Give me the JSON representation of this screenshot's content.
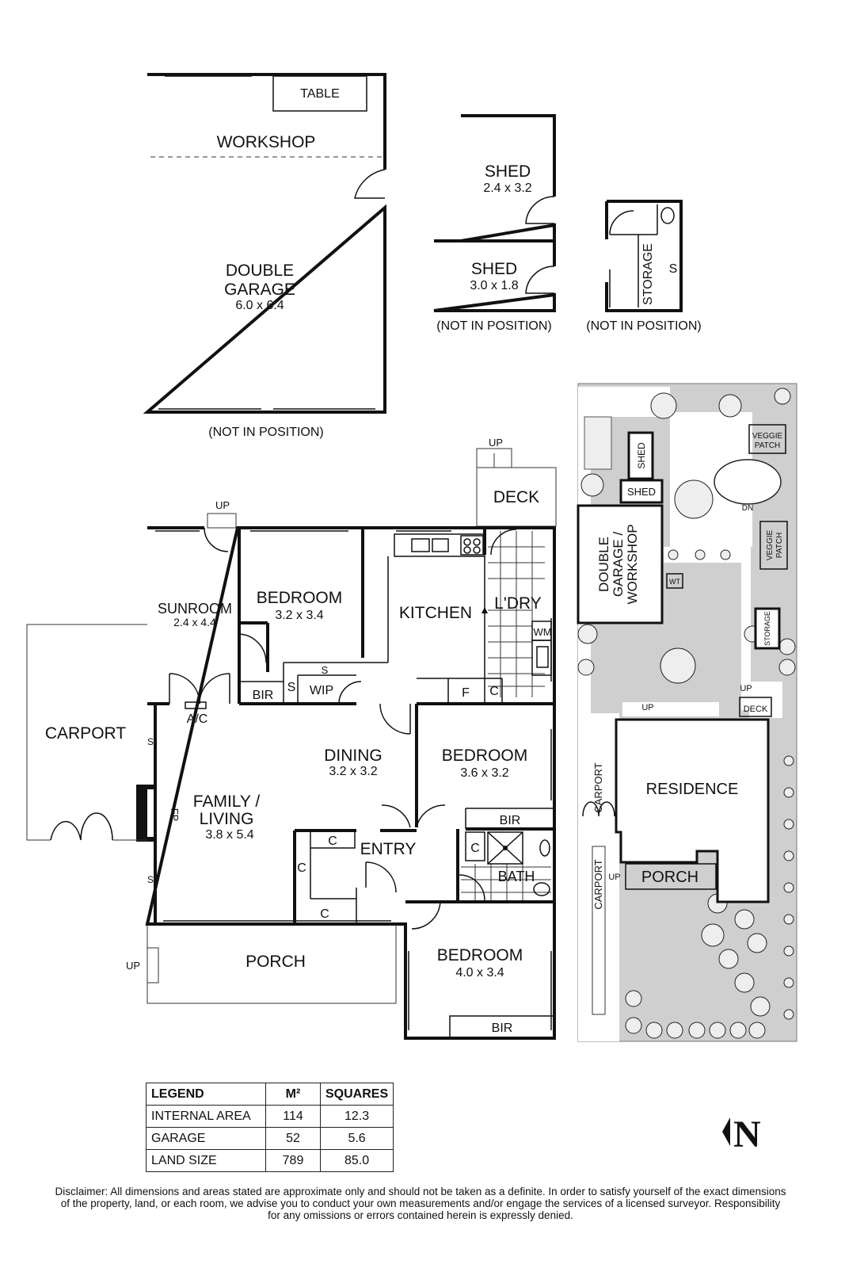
{
  "rooms": {
    "workshop": "WORKSHOP",
    "table": "TABLE",
    "double_garage": "DOUBLE",
    "double_garage_2": "GARAGE",
    "double_garage_dim": "6.0 x 6.4",
    "garage_position": "(NOT IN POSITION)",
    "shed1": "SHED",
    "shed1_dim": "2.4 x 3.2",
    "shed2": "SHED",
    "shed2_dim": "3.0 x 1.8",
    "shed_position": "(NOT IN POSITION)",
    "storage": "STORAGE",
    "storage_s": "S",
    "storage_position": "(NOT IN POSITION)",
    "deck": "DECK",
    "deck_up": "UP",
    "sunroom": "SUNROOM",
    "sunroom_dim": "2.4 x 4.4",
    "sunroom_up": "UP",
    "bedroom1": "BEDROOM",
    "bedroom1_dim": "3.2 x 3.4",
    "kitchen": "KITCHEN",
    "laundry": "L'DRY",
    "wm": "WM",
    "bir1": "BIR",
    "s1": "S",
    "s2": "S",
    "wip": "WIP",
    "f": "F",
    "c1": "C",
    "ac": "A/C",
    "carport": "CARPORT",
    "dining": "DINING",
    "dining_dim": "3.2 x 3.2",
    "bedroom2": "BEDROOM",
    "bedroom2_dim": "3.6 x 3.2",
    "family": "FAMILY /",
    "living": "LIVING",
    "family_dim": "3.8 x 5.4",
    "fp": "FP",
    "s_left1": "S",
    "s_left2": "S",
    "entry": "ENTRY",
    "c2": "C",
    "c3": "C",
    "c4": "C",
    "bir2": "BIR",
    "c5": "C",
    "bath": "BATH",
    "porch": "PORCH",
    "porch_up": "UP",
    "bedroom3": "BEDROOM",
    "bedroom3_dim": "4.0 x 3.4",
    "bir3": "BIR"
  },
  "site": {
    "veggie1": "VEGGIE",
    "veggie1b": "PATCH",
    "veggie2": "VEGGIE",
    "veggie2b": "PATCH",
    "shed_a": "SHED",
    "shed_b": "SHED",
    "dn": "DN",
    "double_garage": "DOUBLE",
    "garage_workshop": "GARAGE /",
    "workshop": "WORKSHOP",
    "wt": "WT",
    "storage": "STORAGE",
    "up1": "UP",
    "up2": "UP",
    "deck": "DECK",
    "carport1": "CARPORT",
    "carport2": "CARPORT",
    "residence": "RESIDENCE",
    "porch": "PORCH",
    "porch_up": "UP"
  },
  "legend": {
    "headers": [
      "LEGEND",
      "M²",
      "SQUARES"
    ],
    "rows": [
      {
        "label": "INTERNAL AREA",
        "m2": "114",
        "squares": "12.3"
      },
      {
        "label": "GARAGE",
        "m2": "52",
        "squares": "5.6"
      },
      {
        "label": "LAND SIZE",
        "m2": "789",
        "squares": "85.0"
      }
    ]
  },
  "north_label": "N",
  "disclaimer": {
    "line1": "Disclaimer: All dimensions and areas stated are approximate only and should not be taken as a definite. In order to satisfy yourself of the exact dimensions",
    "line2": "of the property, land, or each room, we advise you to conduct your own measurements and/or engage the services of a licensed surveyor. Responsibility",
    "line3": "for any omissions or errors contained herein is expressly denied."
  }
}
